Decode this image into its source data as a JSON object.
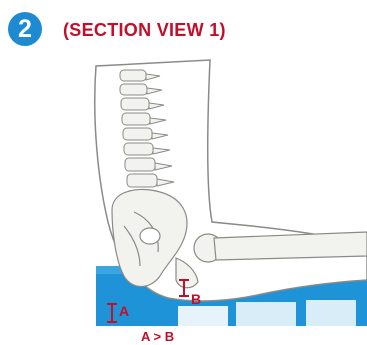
{
  "header": {
    "step_number": "2",
    "title": "(SECTION VIEW 1)"
  },
  "diagram": {
    "label_a": "A",
    "label_b": "B",
    "comparison": "A > B"
  },
  "colors": {
    "accent_blue": "#1d8ad1",
    "label_red": "#c0102a",
    "cushion_blue": "#1f93d8",
    "bone_fill": "#f2f2ee",
    "outline_gray": "#8a8a86"
  }
}
